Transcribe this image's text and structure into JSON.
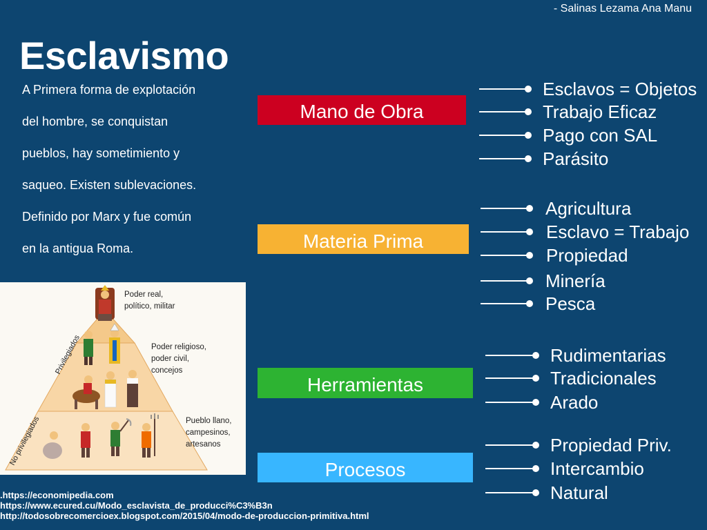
{
  "author": "- Salinas Lezama Ana Manu",
  "title": "Esclavismo",
  "description_lines": [
    "A Primera forma de explotación",
    "del hombre, se conquistan",
    "pueblos, hay sometimiento y",
    "saqueo. Existen sublevaciones.",
    "Definido por Marx y fue común",
    "en la antigua Roma."
  ],
  "pyramid": {
    "levels": [
      {
        "text_lines": [
          "Poder        real,",
          "político, militar"
        ]
      },
      {
        "text_lines": [
          "Poder religioso,",
          "poder          civil,",
          "concejos"
        ]
      },
      {
        "text_lines": [
          "Pueblo llano,",
          "campesinos,",
          "artesanos"
        ]
      }
    ],
    "side_labels": {
      "top": "Privilegiados",
      "bottom": "No privilegiados"
    }
  },
  "categories": [
    {
      "label": "Mano de Obra",
      "color": "#cc0020",
      "items": [
        "Esclavos = Objetos",
        "Trabajo Eficaz",
        "Pago con SAL",
        "Parásito"
      ]
    },
    {
      "label": "Materia Prima",
      "color": "#f7b233",
      "items": [
        "Agricultura",
        "Esclavo = Trabajo",
        "Propiedad",
        "Minería",
        "Pesca"
      ]
    },
    {
      "label": "Herramientas",
      "color": "#2db332",
      "items": [
        "Rudimentarias",
        "Tradicionales",
        "Arado"
      ]
    },
    {
      "label": "Procesos",
      "color": "#38b6ff",
      "items": [
        "Propiedad Priv.",
        "Intercambio",
        "Natural"
      ]
    }
  ],
  "references": [
    ".https://economipedia.com",
    "https://www.ecured.cu/Modo_esclavista_de_producci%C3%B3n",
    "http://todosobrecomercioex.blogspot.com/2015/04/modo-de-produccion-primitiva.html"
  ]
}
